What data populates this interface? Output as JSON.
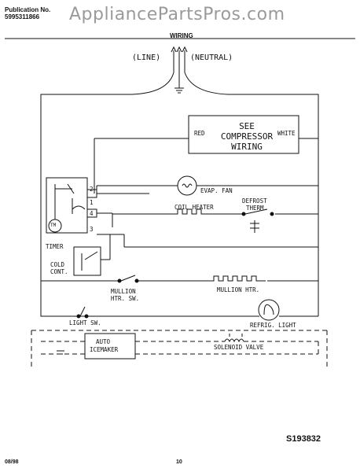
{
  "header": {
    "publication_label": "Publication No.",
    "publication_number": "5995311866",
    "watermark": "AppliancePartsPros.com",
    "title": "WIRING"
  },
  "power": {
    "line": "(LINE)",
    "neutral": "(NEUTRAL)"
  },
  "compressor": {
    "red": "RED",
    "white": "WHITE",
    "line1": "SEE",
    "line2": "COMPRESSOR",
    "line3": "WIRING"
  },
  "labels": {
    "evap_fan": "EVAP. FAN",
    "coil_heater": "COIL HEATER",
    "defrost_therm_1": "DEFROST",
    "defrost_therm_2": "THERM.",
    "timer": "TIMER",
    "tm": "TM",
    "cold_cont_1": "COLD",
    "cold_cont_2": "CONT.",
    "mullion_sw_1": "MULLION",
    "mullion_sw_2": "HTR. SW.",
    "mullion_htr": "MULLION HTR.",
    "light_sw": "LIGHT SW.",
    "refrig_light": "REFRIG. LIGHT",
    "auto_icemaker_1": "AUTO",
    "auto_icemaker_2": "ICEMAKER",
    "solenoid_valve": "SOLENOID VALVE",
    "t1": "1",
    "t2": "2",
    "t3": "3",
    "t4": "4"
  },
  "footer": {
    "date": "08/98",
    "page": "10",
    "code": "S193832"
  }
}
